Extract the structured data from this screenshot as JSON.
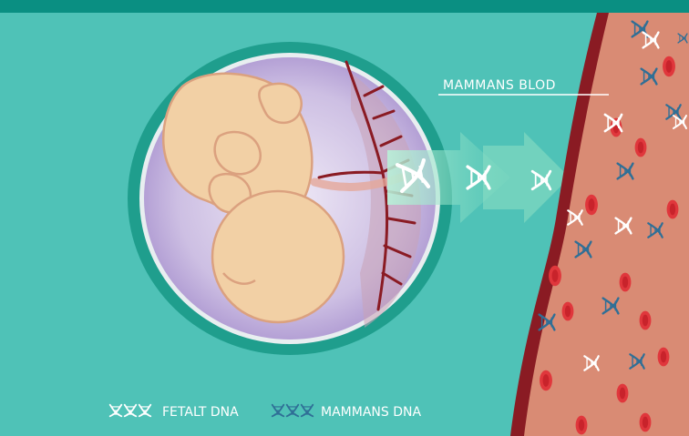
{
  "colors": {
    "background": "#4fc2b7",
    "top_bar": "#0a8f82",
    "placenta_ring": "#1f9e8d",
    "womb_fill": "#b8a6d6",
    "fetus_fill": "#f2d0a5",
    "fetus_outline": "#dba17f",
    "vessel_wall": "#8a1b23",
    "vessel_inner": "#d98b74",
    "red_cell": "#e0373c",
    "fetal_dna": "#ffffff",
    "maternal_dna": "#2f6f96"
  },
  "labels": {
    "mother_blood": "MAMMANS BLOD"
  },
  "legend": {
    "fetal_label": "FETALT DNA",
    "maternal_label": "MAMMANS DNA",
    "fetal_icon": "dna-helix-white-icon",
    "maternal_icon": "dna-helix-blue-icon"
  }
}
